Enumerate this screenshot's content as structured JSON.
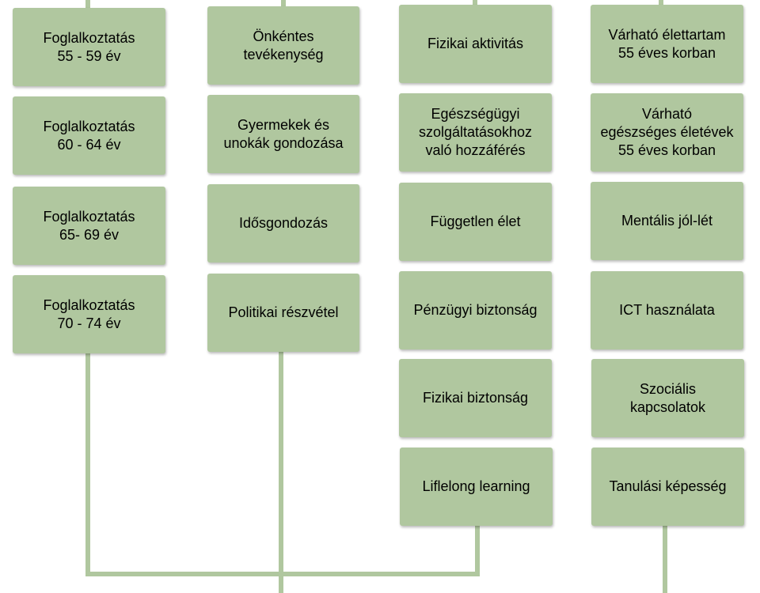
{
  "colors": {
    "box_fill": "#b0c79f",
    "connector": "#b0c79f",
    "text": "#000000",
    "background": "#ffffff"
  },
  "columns": [
    {
      "id": "employment",
      "boxes": [
        "Foglalkoztatás\n55 - 59 év",
        "Foglalkoztatás\n60 - 64 év",
        "Foglalkoztatás\n65- 69 év",
        "Foglalkoztatás\n70 - 74 év"
      ]
    },
    {
      "id": "participation",
      "boxes": [
        "Önkéntes\ntevékenység",
        "Gyermekek és\nunokák gondozása",
        "Idősgondozás",
        "Politikai részvétel"
      ]
    },
    {
      "id": "independent-living",
      "boxes": [
        "Fizikai aktivitás",
        "Egészségügyi\nszolgáltatásokhoz\nvaló hozzáférés",
        "Független élet",
        "Pénzügyi biztonság",
        "Fizikai biztonság",
        "Liflelong learning"
      ]
    },
    {
      "id": "capacity",
      "boxes": [
        "Várható élettartam\n55 éves korban",
        "Várható\negészséges életévek\n55 éves korban",
        "Mentális jól-lét",
        "ICT használata",
        "Szociális\nkapcsolatok",
        "Tanulási képesség"
      ]
    }
  ]
}
